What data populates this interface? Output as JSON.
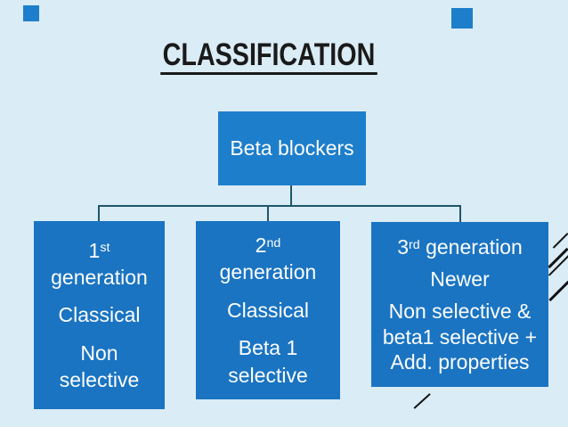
{
  "slide": {
    "title": "CLASSIFICATION"
  },
  "diagram": {
    "type": "hierarchy",
    "root": {
      "label": "Beta blockers"
    },
    "children": [
      {
        "name": "generation-box-1st",
        "paragraphs": [
          {
            "lines": [
              [
                {
                  "t": "1"
                },
                {
                  "t": "st",
                  "sup": true
                }
              ],
              [
                {
                  "t": "generation"
                }
              ]
            ]
          },
          {
            "lines": [
              [
                {
                  "t": "Classical"
                }
              ]
            ]
          },
          {
            "lines": [
              [
                {
                  "t": "Non"
                }
              ],
              [
                {
                  "t": "selective"
                }
              ]
            ]
          }
        ]
      },
      {
        "name": "generation-box-2nd",
        "paragraphs": [
          {
            "lines": [
              [
                {
                  "t": "2"
                },
                {
                  "t": "nd",
                  "sup": true
                }
              ],
              [
                {
                  "t": "generation"
                }
              ]
            ]
          },
          {
            "lines": [
              [
                {
                  "t": "Classical"
                }
              ]
            ]
          },
          {
            "lines": [
              [
                {
                  "t": "Beta 1"
                }
              ],
              [
                {
                  "t": "selective"
                }
              ]
            ]
          }
        ]
      },
      {
        "name": "generation-box-3rd",
        "paragraphs": [
          {
            "lines": [
              [
                {
                  "t": "3"
                },
                {
                  "t": "rd",
                  "sup": true
                },
                {
                  "t": " generation"
                }
              ]
            ]
          },
          {
            "lines": [
              [
                {
                  "t": "Newer"
                }
              ]
            ]
          },
          {
            "lines": [
              [
                {
                  "t": "Non selective &"
                }
              ],
              [
                {
                  "t": "beta1 selective +"
                }
              ],
              [
                {
                  "t": "Add. properties"
                }
              ]
            ]
          }
        ]
      }
    ]
  },
  "colors": {
    "background": "#daecf5",
    "box_primary": "#1d7ecb",
    "box_children": "#1a74c2",
    "connector": "#1e566c",
    "title_text": "#1a1a1a",
    "box_text": "#fdfdfd",
    "stroke": "#141414"
  }
}
